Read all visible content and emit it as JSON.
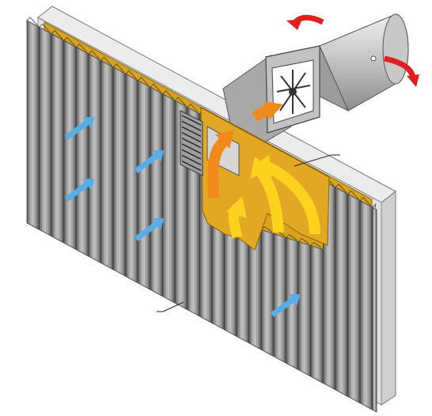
{
  "diagram": {
    "type": "illustration",
    "subject": "",
    "colors": {
      "background": "#ffffff",
      "cladding": "#9a9a9a",
      "cladding_dark": "#3f3f3f",
      "cladding_light": "#c8c8c8",
      "insulation": "#d9a21c",
      "insulation_dark": "#8a6208",
      "wall_face": "#ececec",
      "wall_edge": "#bfbfbf",
      "fan_body": "#b8b8b8",
      "duct": "#cfcfcf",
      "cold_air": "#56aee6",
      "warm_air": "#f08a1c",
      "hot_air": "#ffd21f",
      "rotation": "#e02020"
    },
    "components": [
      {
        "name": "perforated-cladding",
        "icon": "corrugated-panel"
      },
      {
        "name": "insulation-layer",
        "icon": "plenum-board"
      },
      {
        "name": "intake-grille",
        "icon": "louvre"
      },
      {
        "name": "fan-unit",
        "icon": "axial-fan"
      },
      {
        "name": "duct",
        "icon": "cylinder-duct"
      }
    ],
    "airflow": {
      "cold_inlet_arrows": 5,
      "warm_plenum_arrows": 3,
      "exhaust_arrows": 1,
      "rotation_arrows": 2
    },
    "leader_lines": 2,
    "labels": []
  }
}
